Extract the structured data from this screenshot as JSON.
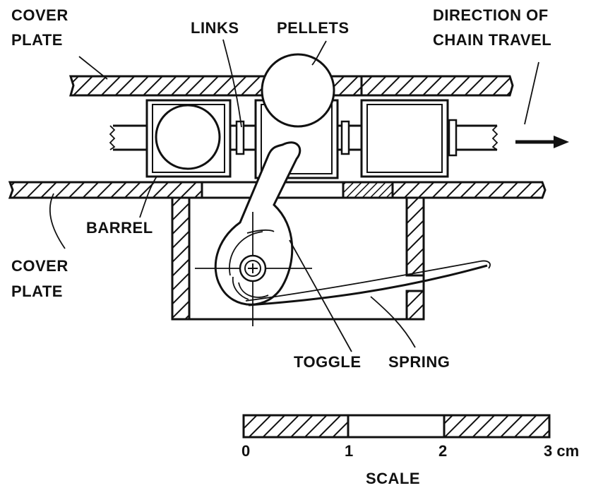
{
  "labels": {
    "cover_plate_top_1": "COVER",
    "cover_plate_top_2": "PLATE",
    "links": "LINKS",
    "pellets": "PELLETS",
    "direction_1": "DIRECTION OF",
    "direction_2": "CHAIN TRAVEL",
    "barrel": "BARREL",
    "cover_plate_bottom_1": "COVER",
    "cover_plate_bottom_2": "PLATE",
    "toggle": "TOGGLE",
    "spring": "SPRING"
  },
  "scale": {
    "ticks": [
      "0",
      "1",
      "2",
      "3 cm"
    ],
    "title": "SCALE"
  },
  "colors": {
    "ink": "#111111",
    "paper": "#ffffff"
  }
}
